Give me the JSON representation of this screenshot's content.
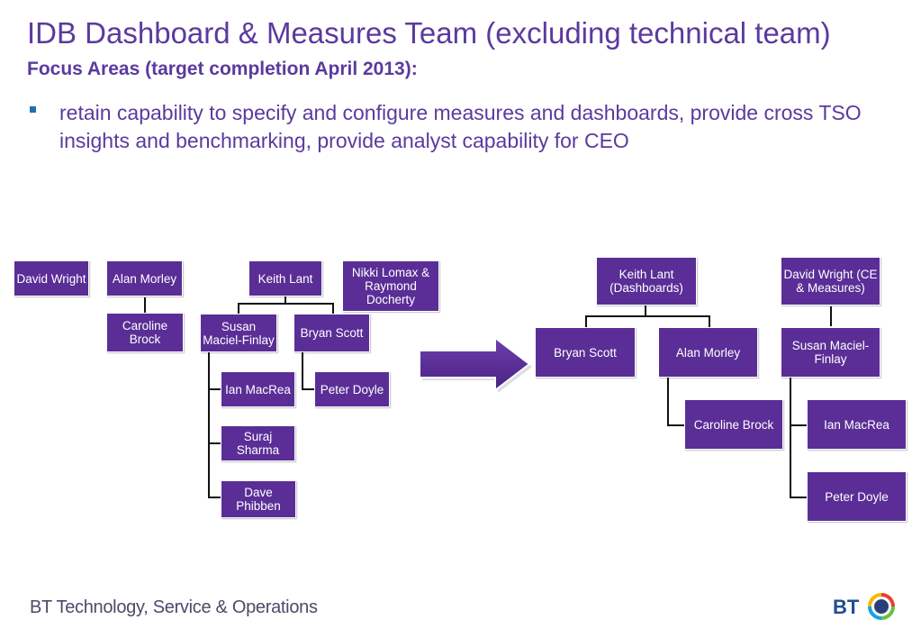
{
  "header": {
    "title": "IDB Dashboard & Measures Team (excluding technical team)",
    "subtitle": "Focus Areas (target completion April 2013):",
    "bullet": "retain capability to specify and configure measures and dashboards, provide cross TSO insights and benchmarking, provide analyst capability for CEO"
  },
  "current_org": {
    "david_wright": "David Wright",
    "alan_morley": "Alan Morley",
    "caroline_brock": "Caroline Brock",
    "keith_lant": "Keith Lant",
    "nikki_raymond": "Nikki Lomax & Raymond Docherty",
    "susan_maciel_finlay": "Susan Maciel-Finlay",
    "bryan_scott": "Bryan Scott",
    "ian_macrea": "Ian MacRea",
    "peter_doyle": "Peter Doyle",
    "suraj_sharma": "Suraj Sharma",
    "dave_phibben": "Dave Phibben"
  },
  "future_org": {
    "keith_lant": "Keith Lant (Dashboards)",
    "david_wright": "David Wright (CE & Measures)",
    "bryan_scott": "Bryan Scott",
    "alan_morley": "Alan Morley",
    "caroline_brock": "Caroline Brock",
    "susan_maciel_finlay": "Susan Maciel-Finlay",
    "ian_macrea": "Ian MacRea",
    "peter_doyle": "Peter Doyle"
  },
  "footer": {
    "text": "BT Technology, Service & Operations",
    "logo_text": "BT"
  },
  "colors": {
    "box": "#5a2e96",
    "title": "#5b3a9e",
    "arrow": "#5a2e96",
    "logo_blue": "#1f4e8c"
  }
}
